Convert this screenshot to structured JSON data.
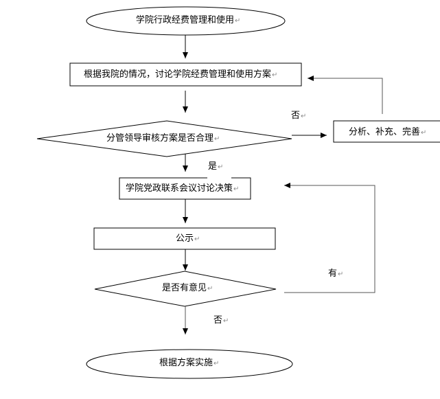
{
  "diagram": {
    "nodes": {
      "start": {
        "label": "学院行政经费管理和使用",
        "shape": "terminator"
      },
      "draft": {
        "label": "根据我院的情况，讨论学院经费管理和使用方案",
        "shape": "process"
      },
      "review": {
        "label": "分管领导审核方案是否合理",
        "shape": "decision"
      },
      "revise": {
        "label": "分析、补充、完善",
        "shape": "process"
      },
      "meeting": {
        "label": "学院党政联系会议讨论决策",
        "shape": "process"
      },
      "publicize": {
        "label": "公示",
        "shape": "process"
      },
      "objection": {
        "label": "是否有意见",
        "shape": "decision"
      },
      "end": {
        "label": "根据方案实施",
        "shape": "terminator"
      }
    },
    "edges": [
      {
        "from": "start",
        "to": "draft",
        "label": ""
      },
      {
        "from": "draft",
        "to": "review",
        "label": ""
      },
      {
        "from": "review",
        "to": "revise",
        "label": "否"
      },
      {
        "from": "revise",
        "to": "draft",
        "label": ""
      },
      {
        "from": "review",
        "to": "meeting",
        "label": "是"
      },
      {
        "from": "meeting",
        "to": "publicize",
        "label": ""
      },
      {
        "from": "publicize",
        "to": "objection",
        "label": ""
      },
      {
        "from": "objection",
        "to": "meeting",
        "label": "有"
      },
      {
        "from": "objection",
        "to": "end",
        "label": "否"
      }
    ],
    "edge_labels": {
      "review_no": "否",
      "review_yes": "是",
      "objection_yes": "有",
      "objection_no": "否"
    },
    "paragraph_mark": "↵"
  }
}
